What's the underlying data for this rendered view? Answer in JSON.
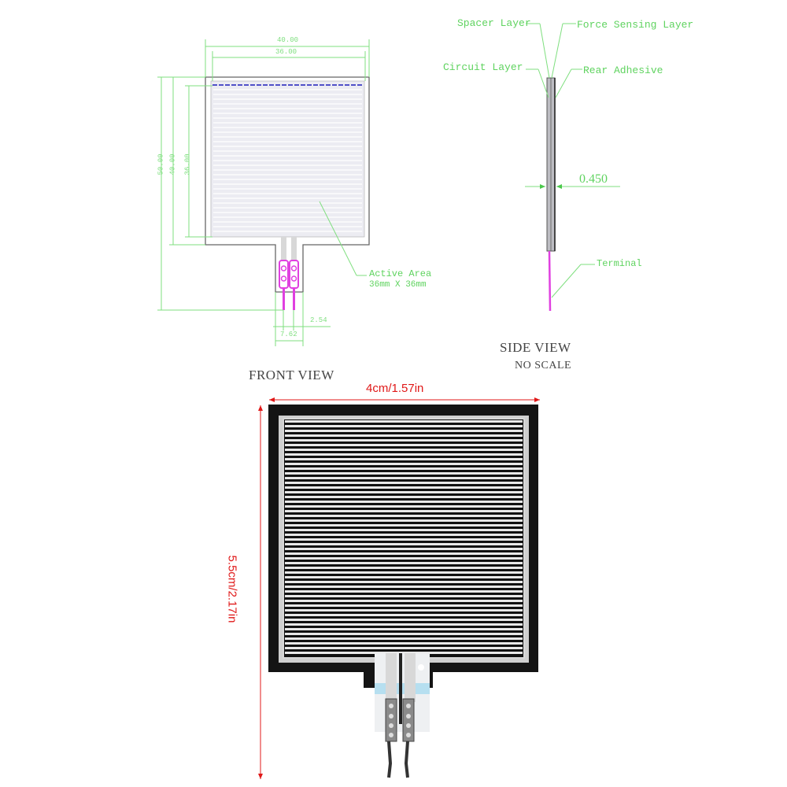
{
  "front_view": {
    "title": "FRONT VIEW",
    "dimensions": {
      "overall_width": "40.00",
      "active_width": "36.00",
      "overall_height": "50.00",
      "body_height": "40.00",
      "active_height": "36.00",
      "pin_pitch": "2.54",
      "terminal_width": "7.62"
    },
    "callout_active_area": "Active Area",
    "callout_active_area_size": "36mm X 36mm"
  },
  "side_view": {
    "title": "SIDE VIEW",
    "subtitle": "NO SCALE",
    "layers": {
      "spacer": "Spacer Layer",
      "force_sensing": "Force Sensing Layer",
      "circuit": "Circuit Layer",
      "rear_adhesive": "Rear Adhesive"
    },
    "thickness": "0.450",
    "terminal": "Terminal"
  },
  "photo": {
    "width_label": "4cm/1.57in",
    "height_label": "5.5cm/2.17in"
  },
  "colors": {
    "dimension_green": "#6fdc6f",
    "terminal_magenta": "#e040e0",
    "measure_red": "#e01818",
    "sensor_black": "#111111"
  }
}
